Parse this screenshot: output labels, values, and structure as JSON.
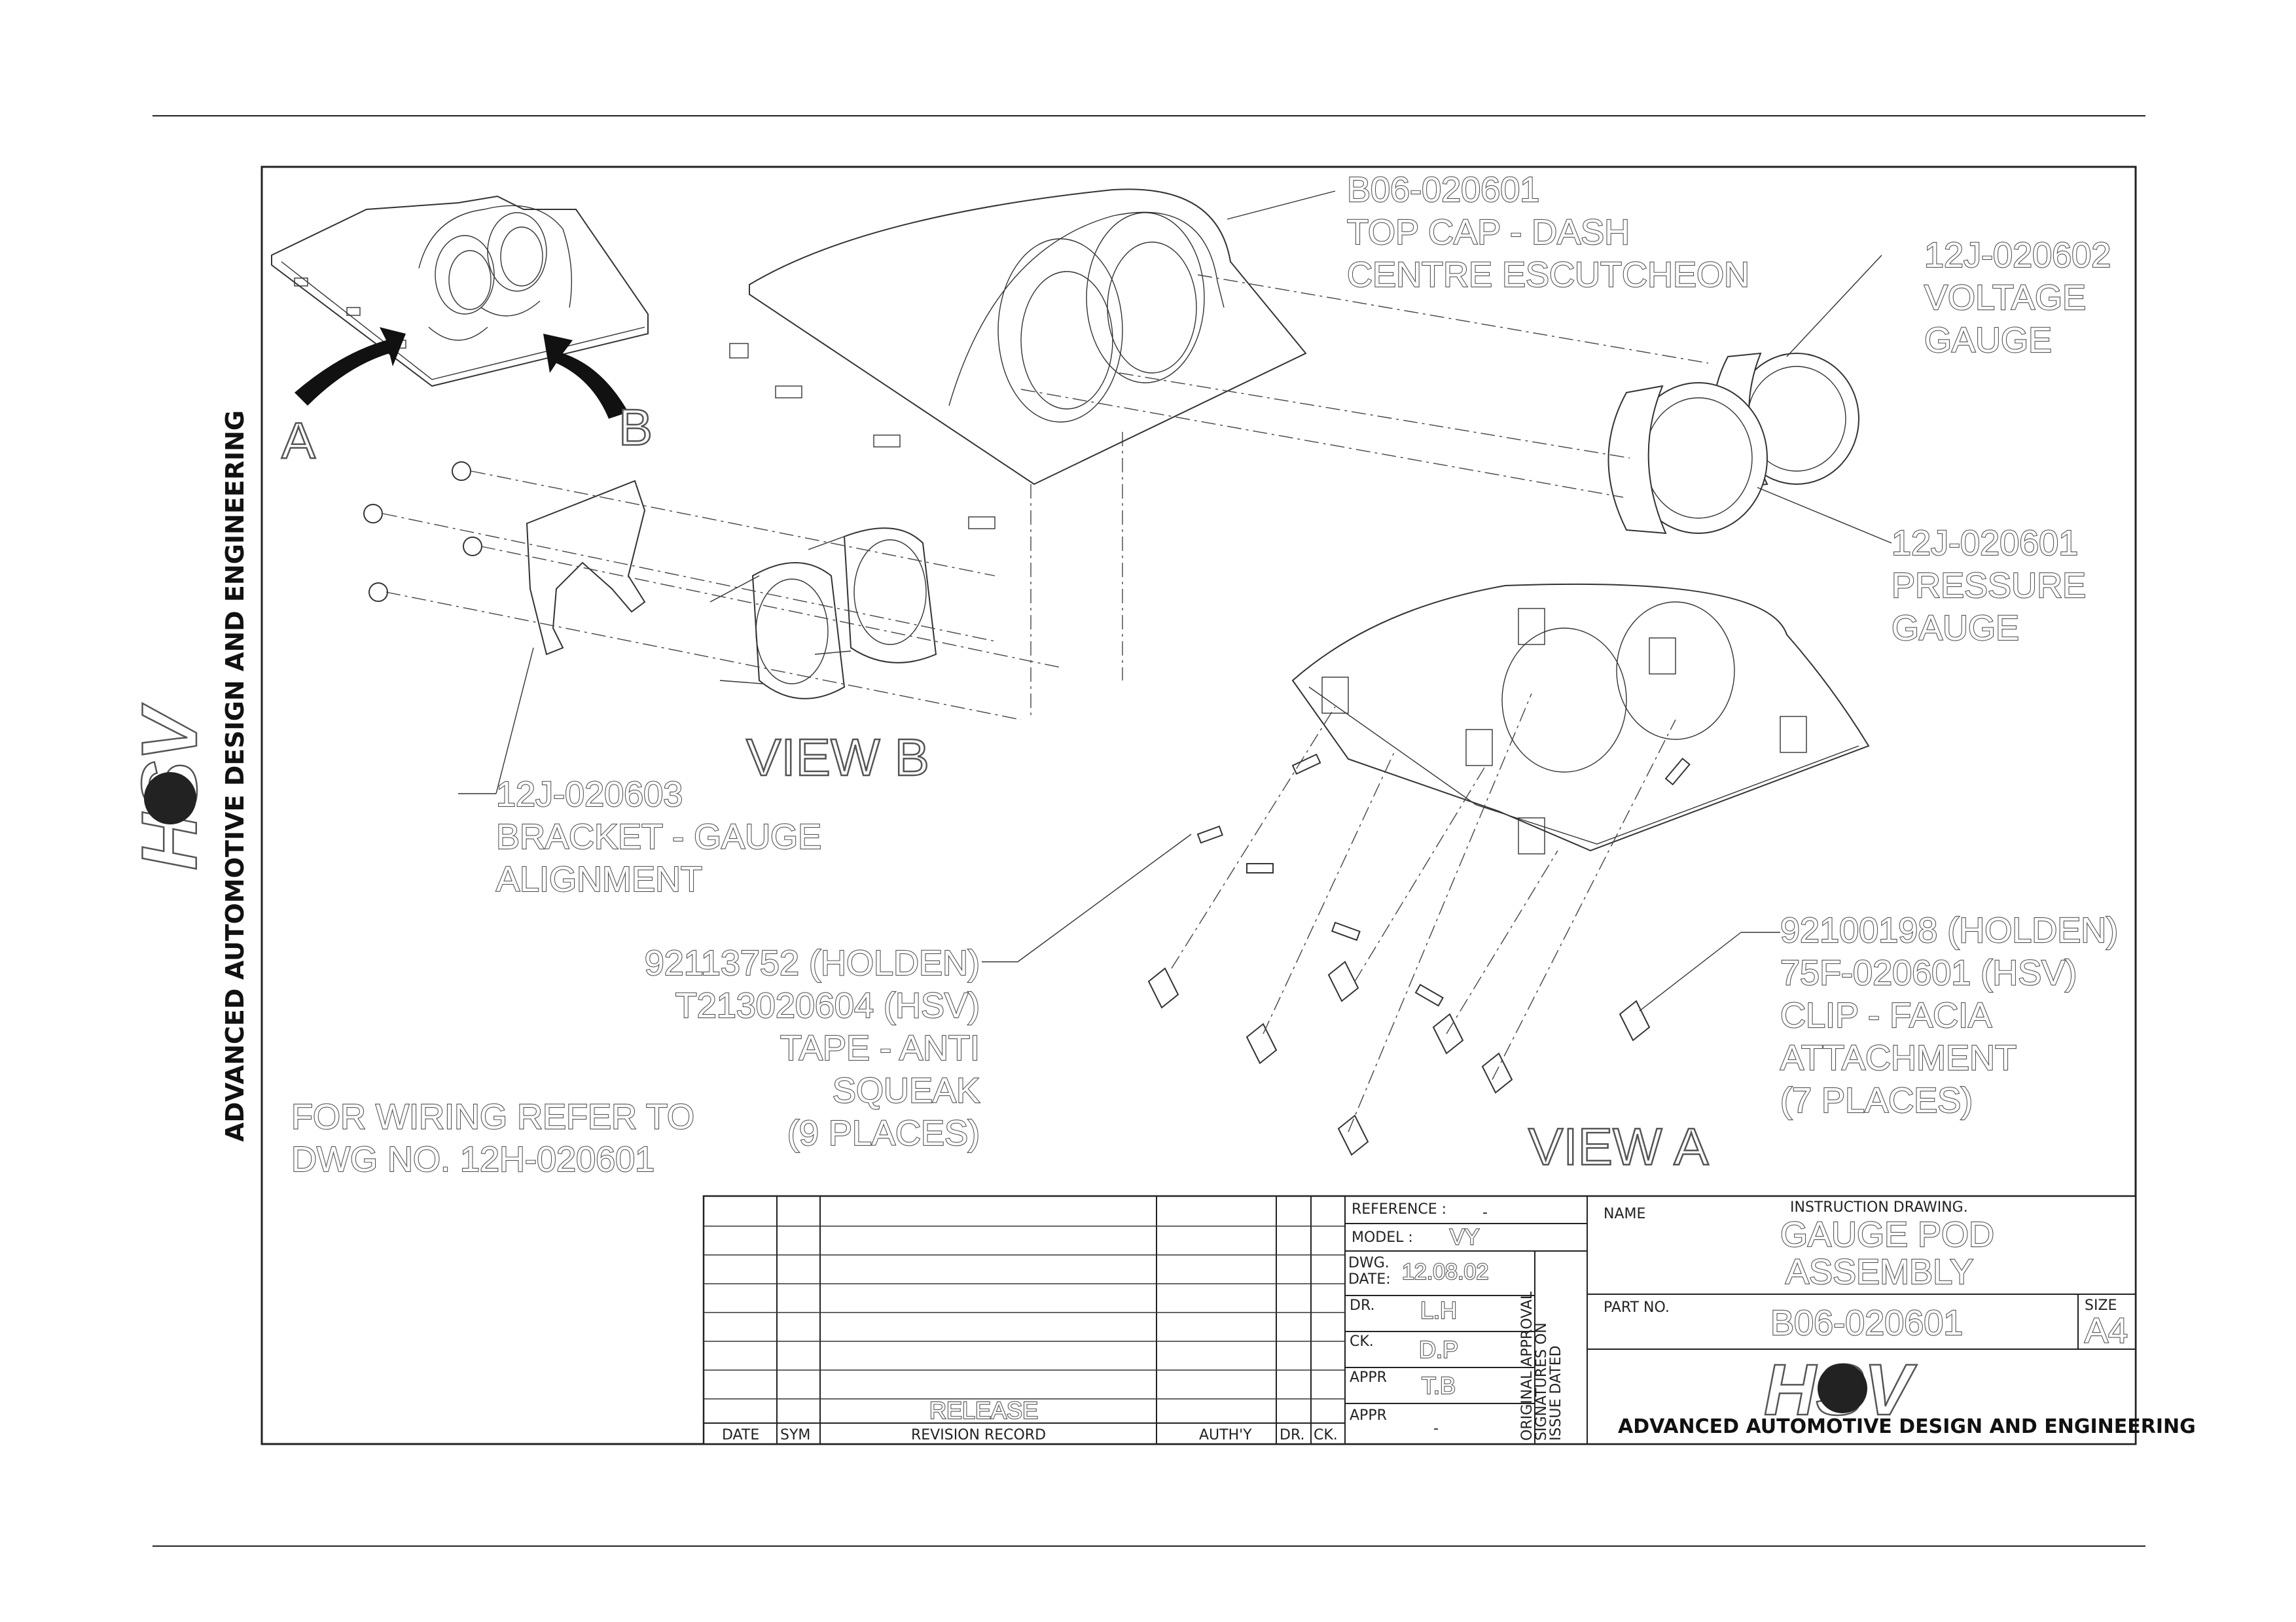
{
  "company_side_text": "ADVANCED AUTOMOTIVE DESIGN AND ENGINEERING",
  "logo_text": "HSV",
  "views": {
    "view_a": "VIEW A",
    "view_b": "VIEW B",
    "arrow_a": "A",
    "arrow_b": "B"
  },
  "callouts": {
    "top_cap": [
      "B06-020601",
      "TOP CAP - DASH",
      "CENTRE ESCUTCHEON"
    ],
    "voltage": [
      "12J-020602",
      "VOLTAGE",
      "GAUGE"
    ],
    "pressure": [
      "12J-020601",
      "PRESSURE",
      "GAUGE"
    ],
    "bracket": [
      "12J-020603",
      "BRACKET - GAUGE",
      "ALIGNMENT"
    ],
    "tape": [
      "92113752 (HOLDEN)",
      "T213020604 (HSV)",
      "TAPE - ANTI",
      "SQUEAK",
      "(9 PLACES)"
    ],
    "clip": [
      "92100198 (HOLDEN)",
      "75F-020601 (HSV)",
      "CLIP - FACIA",
      "ATTACHMENT",
      "(7 PLACES)"
    ],
    "wiring": [
      "FOR WIRING REFER TO",
      "DWG NO. 12H-020601"
    ]
  },
  "title_block": {
    "revision": {
      "release": "RELEASE",
      "date": "DATE",
      "sym": "SYM",
      "record": "REVISION RECORD",
      "auth": "AUTH'Y",
      "dr": "DR.",
      "ck": "CK."
    },
    "reference_label": "REFERENCE :",
    "reference_value": "-",
    "model_label": "MODEL :",
    "model_value": "VY",
    "dwg_label_1": "DWG.",
    "dwg_label_2": "DATE:",
    "dwg_date": "12.08.02",
    "dr_label": "DR.",
    "dr_value": "L.H",
    "ck_label": "CK.",
    "ck_value": "D.P",
    "appr_label": "APPR",
    "appr_value": "T.B",
    "appr2_label": "APPR",
    "appr2_value": "-",
    "approval_note": [
      "ORIGINAL APPROVAL",
      "SIGNATURES ON",
      "ISSUE DATED"
    ],
    "name_label": "NAME",
    "instruction": "INSTRUCTION DRAWING.",
    "title_1": "GAUGE POD",
    "title_2": "ASSEMBLY",
    "part_label": "PART NO.",
    "part_no": "B06-020601",
    "size_label": "SIZE",
    "size_value": "A4",
    "company": "ADVANCED AUTOMOTIVE DESIGN AND ENGINEERING"
  }
}
